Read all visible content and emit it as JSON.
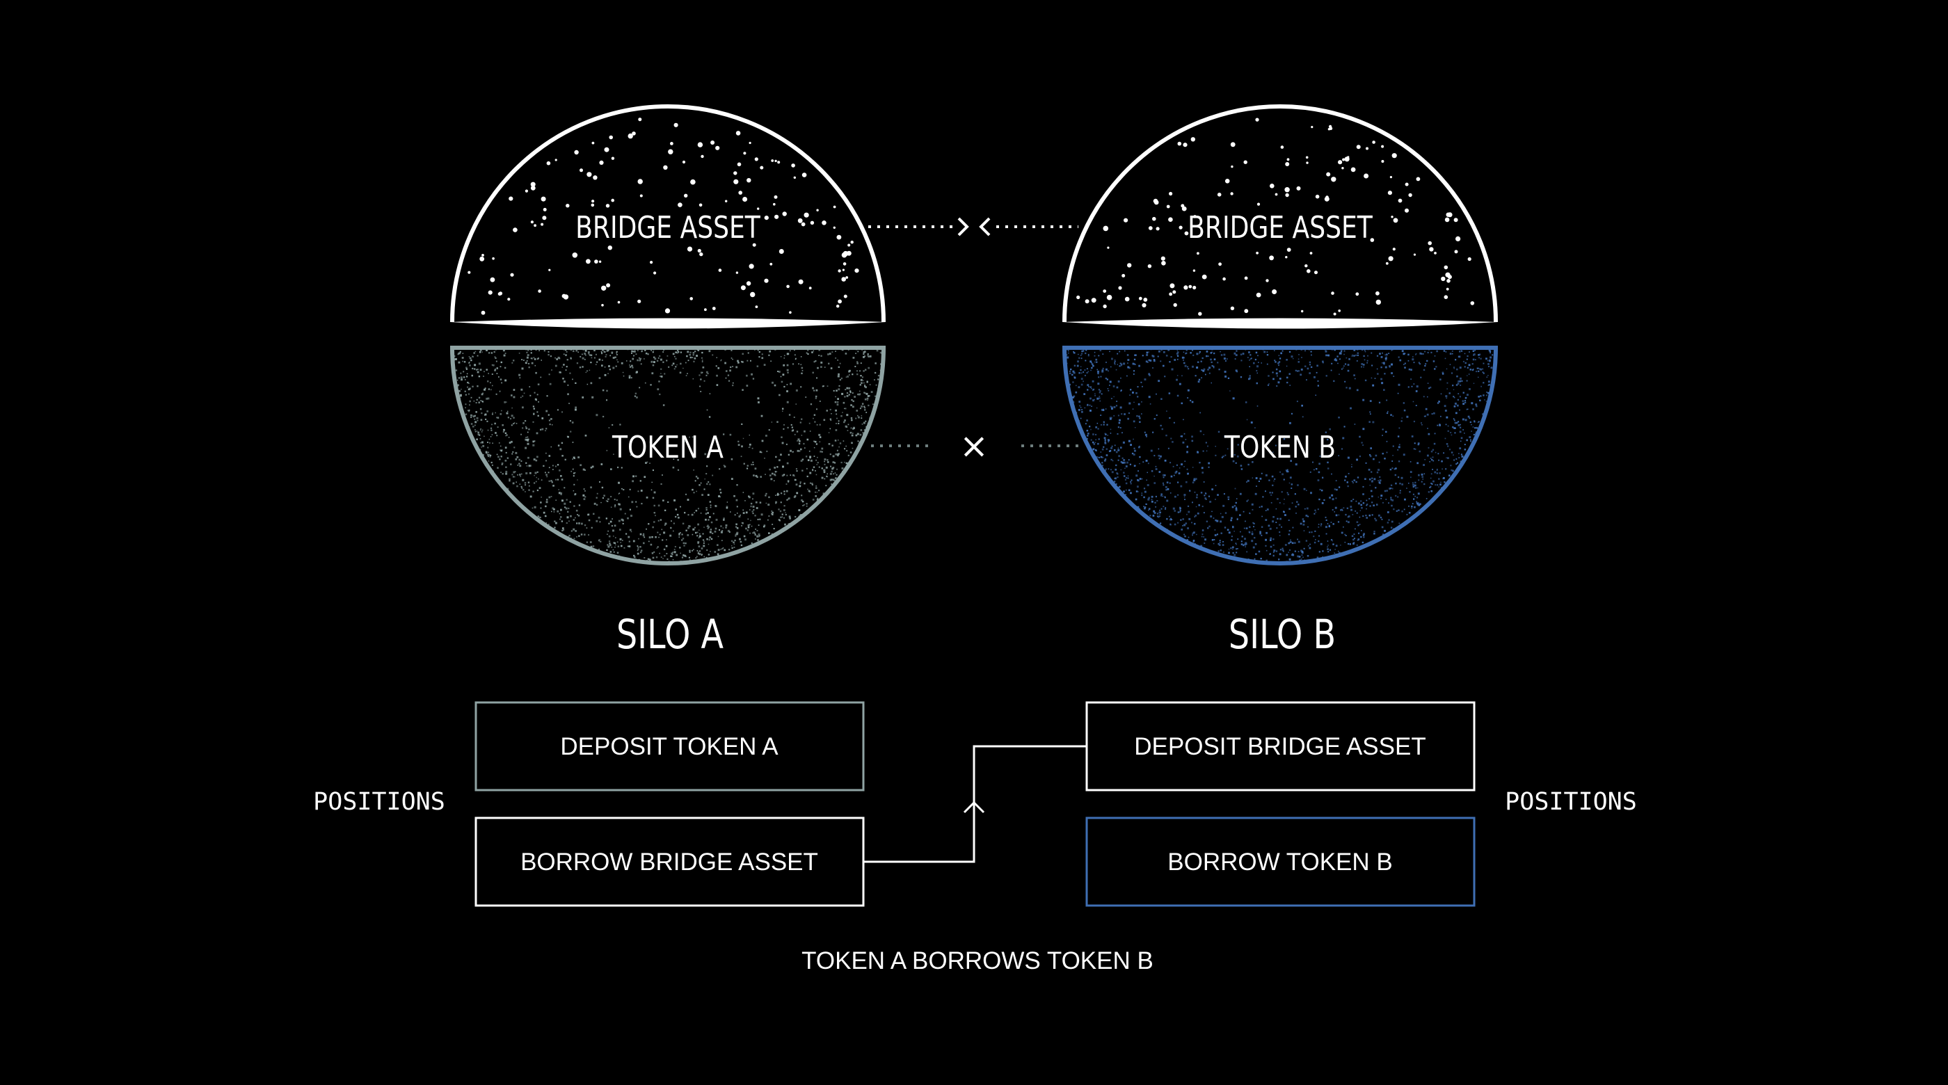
{
  "silos": [
    {
      "name": "SILO A",
      "top_label": "BRIDGE ASSET",
      "bottom_label": "TOKEN A",
      "bottom_color": "#8fa3a3"
    },
    {
      "name": "SILO B",
      "top_label": "BRIDGE ASSET",
      "bottom_label": "TOKEN B",
      "bottom_color": "#3f6fb4"
    }
  ],
  "connector_symbol": "×",
  "positions": {
    "left_label": "POSITIONS",
    "right_label": "POSITIONS",
    "silo_a": {
      "deposit": "DEPOSIT TOKEN A",
      "borrow": "BORROW BRIDGE ASSET"
    },
    "silo_b": {
      "deposit": "DEPOSIT BRIDGE ASSET",
      "borrow": "BORROW TOKEN B"
    }
  },
  "caption": "TOKEN A BORROWS TOKEN B",
  "colors": {
    "background": "#000000",
    "stroke": "#ffffff",
    "silo_a_accent": "#8fa3a3",
    "silo_b_accent": "#3f6fb4"
  }
}
